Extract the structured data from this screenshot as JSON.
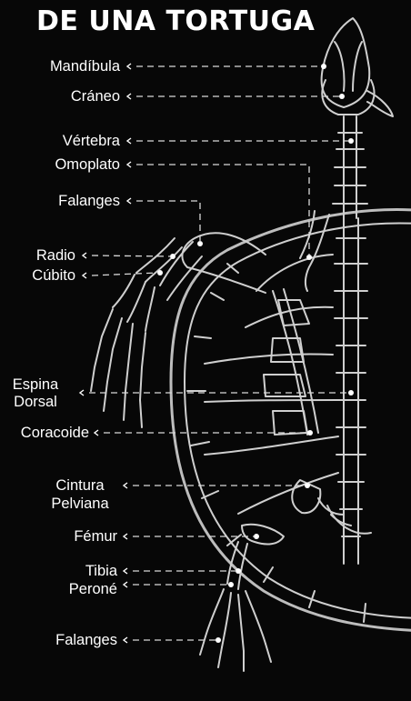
{
  "title": "DE UNA TORTUGA",
  "colors": {
    "background": "#070707",
    "bone": "#cfcfcf",
    "text": "#ffffff"
  },
  "labels": [
    {
      "id": "mandibula",
      "text": "Mandíbula"
    },
    {
      "id": "craneo",
      "text": "Cráneo"
    },
    {
      "id": "vertebra",
      "text": "Vértebra"
    },
    {
      "id": "omoplato",
      "text": "Omoplato"
    },
    {
      "id": "falanges-top",
      "text": "Falanges"
    },
    {
      "id": "radio",
      "text": "Radio"
    },
    {
      "id": "cubito",
      "text": "Cúbito"
    },
    {
      "id": "espina-1",
      "text": "Espina"
    },
    {
      "id": "espina-2",
      "text": "Dorsal"
    },
    {
      "id": "coracoide",
      "text": "Coracoide"
    },
    {
      "id": "cintura-1",
      "text": "Cintura"
    },
    {
      "id": "cintura-2",
      "text": "Pelviana"
    },
    {
      "id": "femur",
      "text": "Fémur"
    },
    {
      "id": "tibia",
      "text": "Tibia"
    },
    {
      "id": "perone",
      "text": "Peroné"
    },
    {
      "id": "falanges-bottom",
      "text": "Falanges"
    }
  ]
}
